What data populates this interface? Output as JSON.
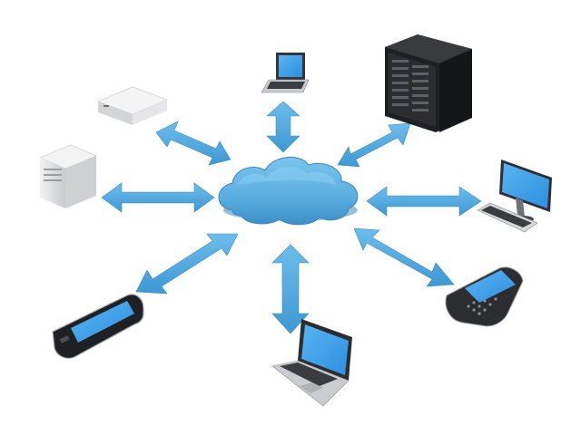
{
  "diagram": {
    "hub": {
      "icon": "cloud-icon"
    },
    "devices": [
      {
        "name": "laptop-top",
        "icon": "laptop-icon"
      },
      {
        "name": "server-rack",
        "icon": "server-rack-icon"
      },
      {
        "name": "desktop-monitor",
        "icon": "desktop-computer-icon"
      },
      {
        "name": "smartphone-right",
        "icon": "smartphone-icon"
      },
      {
        "name": "laptop-bottom",
        "icon": "laptop-icon"
      },
      {
        "name": "smartphone-left",
        "icon": "smartphone-icon"
      },
      {
        "name": "tower-server",
        "icon": "tower-server-icon"
      },
      {
        "name": "network-storage",
        "icon": "storage-appliance-icon"
      }
    ],
    "colors": {
      "cloud": "#5aaee0",
      "arrow": "#4aa6dd",
      "screen": "#3b9be8",
      "device_dark": "#2b2d31",
      "device_light": "#d9dadc"
    }
  }
}
